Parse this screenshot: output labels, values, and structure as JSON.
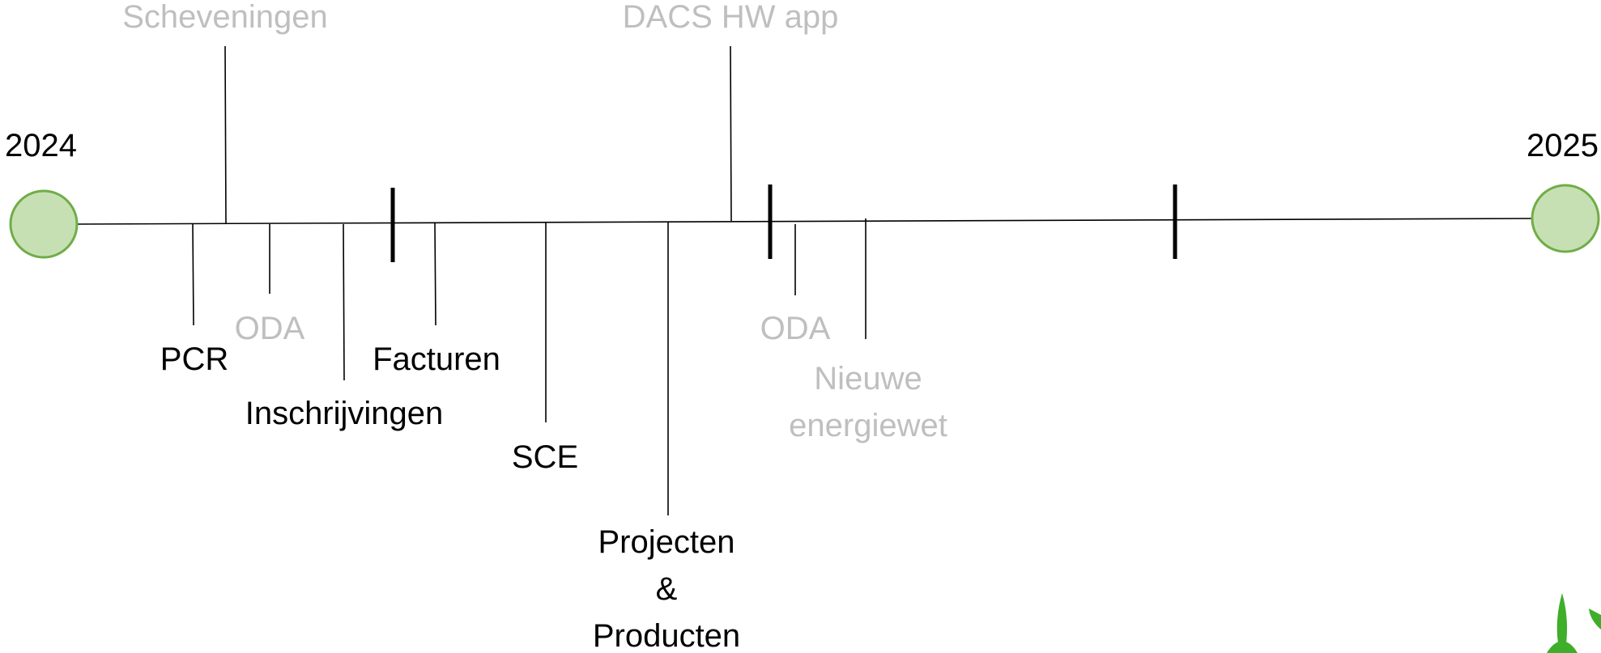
{
  "timeline": {
    "start_year": "2024",
    "end_year": "2025",
    "colors": {
      "active_text": "#000000",
      "inactive_text": "#bfbfbf",
      "line": "#000000",
      "node_fill": "#c6e0b4",
      "node_stroke": "#70ad47",
      "logo_green": "#3fae2a"
    },
    "events_above": [
      {
        "label": "Scheveningen",
        "status": "inactive"
      },
      {
        "label": "DACS HW app",
        "status": "inactive"
      }
    ],
    "events_below": [
      {
        "label": "PCR",
        "status": "active"
      },
      {
        "label": "ODA",
        "status": "inactive"
      },
      {
        "label": "Inschrijvingen",
        "status": "active"
      },
      {
        "label": "Facturen",
        "status": "active"
      },
      {
        "label": "SCE",
        "status": "active"
      },
      {
        "label": "Projecten",
        "label_2": "&",
        "label_3": "Producten",
        "status": "active"
      },
      {
        "label": "ODA",
        "status": "inactive"
      },
      {
        "label": "Nieuwe",
        "label_2": "energiewet",
        "status": "inactive"
      }
    ],
    "logo_icon": "leaf-sprout-icon"
  }
}
